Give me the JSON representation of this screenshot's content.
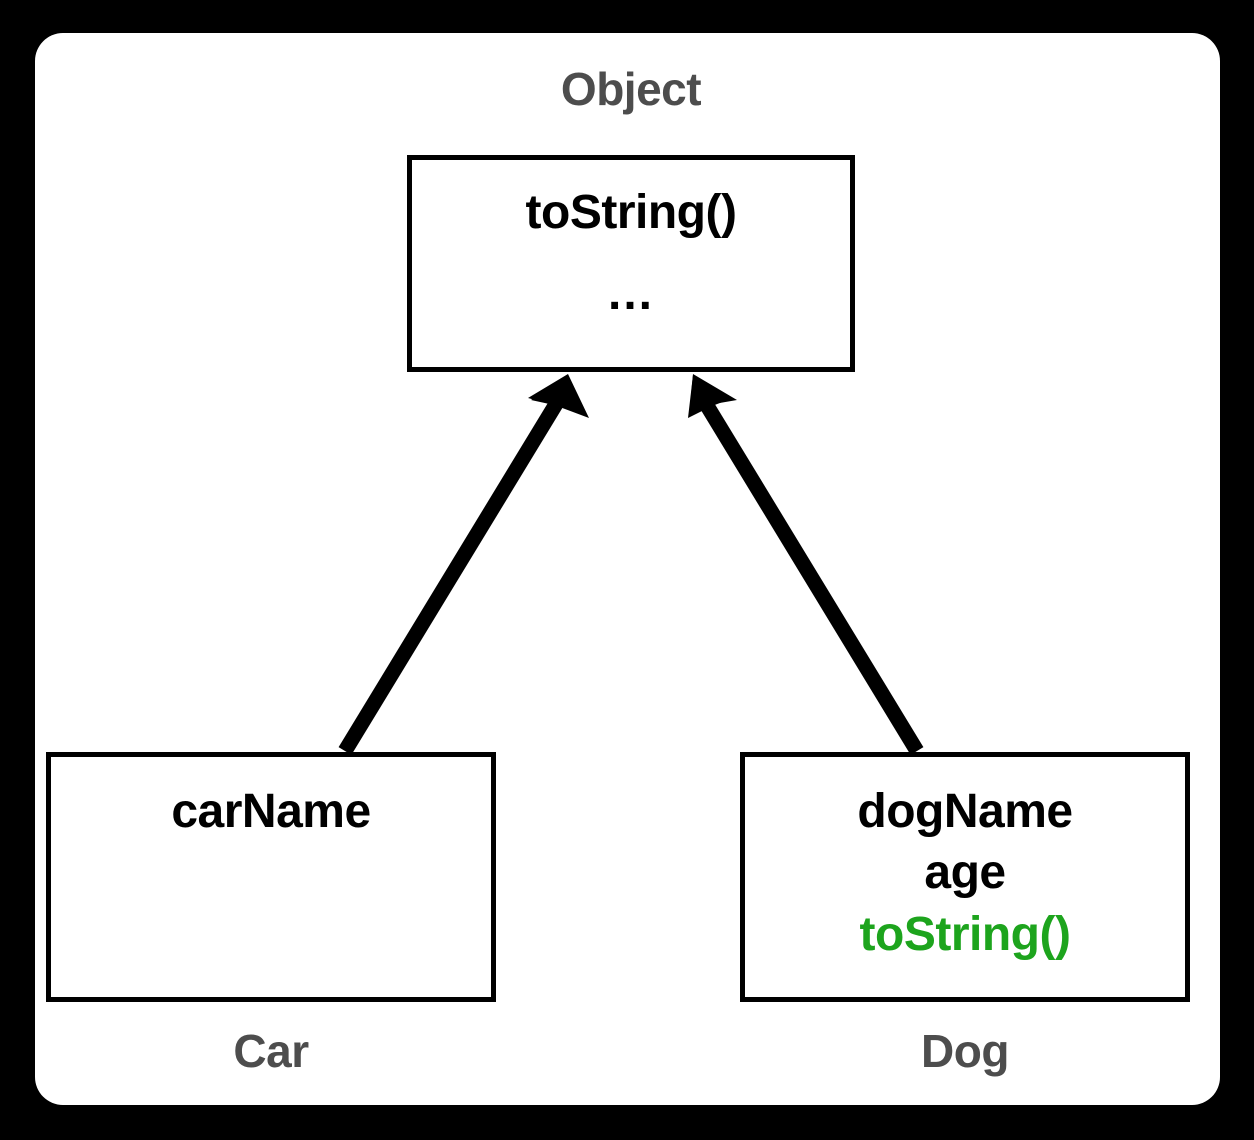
{
  "diagram": {
    "kind": "class-inheritance-diagram",
    "background_color": "#000000",
    "card_color": "#ffffff",
    "caption_color": "#4D4D4D",
    "member_color": "#000000",
    "override_color": "#1DA41D",
    "arrow_color": "#000000"
  },
  "classes": {
    "object": {
      "name": "Object",
      "members": [
        {
          "text": "toString()",
          "style": "inherited"
        },
        {
          "text": "...",
          "style": "ellipsis"
        }
      ]
    },
    "car": {
      "name": "Car",
      "members": [
        {
          "text": "carName",
          "style": "field"
        }
      ]
    },
    "dog": {
      "name": "Dog",
      "members": [
        {
          "text": "dogName",
          "style": "field"
        },
        {
          "text": "age",
          "style": "field"
        },
        {
          "text": "toString()",
          "style": "overridden"
        }
      ]
    }
  },
  "relations": [
    {
      "name": "car-extends-object",
      "from": "Car",
      "to": "Object",
      "type": "inheritance"
    },
    {
      "name": "dog-extends-object",
      "from": "Dog",
      "to": "Object",
      "type": "inheritance"
    }
  ]
}
